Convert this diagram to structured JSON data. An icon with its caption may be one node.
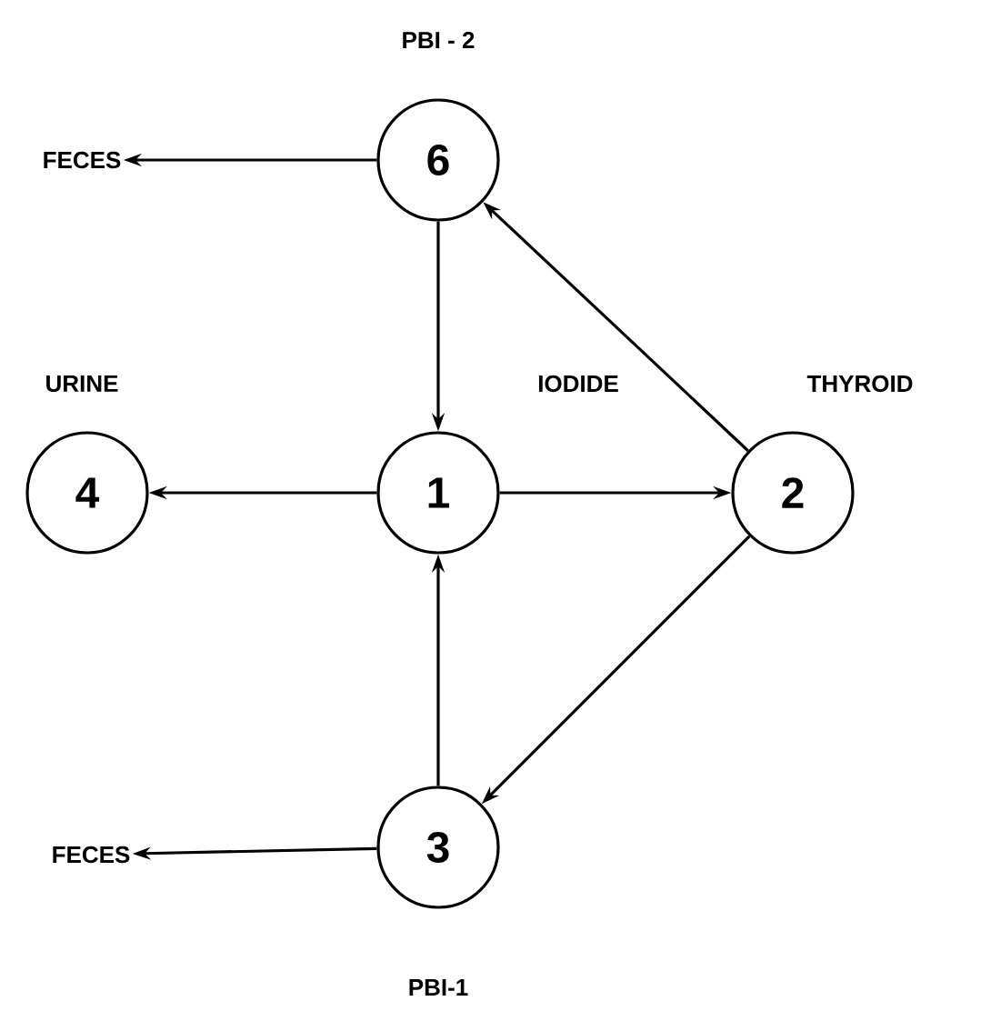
{
  "diagram": {
    "nodes": [
      {
        "text": [
          "6"
        ],
        "beside": [
          "PBI - 2"
        ]
      },
      {
        "text": [
          "1"
        ],
        "beside": [
          "IODIDE"
        ]
      },
      {
        "text": [
          "2"
        ],
        "beside": [
          "THYROID"
        ]
      },
      {
        "text": [
          "4"
        ],
        "beside": [
          "URINE"
        ]
      },
      {
        "text": [
          "3"
        ],
        "beside": [
          "PBI-1"
        ]
      },
      {
        "text": [
          "FECES"
        ]
      },
      {
        "text": [
          "FECES"
        ]
      }
    ],
    "edges": [
      {
        "from": 0,
        "to": 5,
        "arrow": "to"
      },
      {
        "from": 0,
        "to": 1,
        "arrow": "to"
      },
      {
        "from": 2,
        "to": 0,
        "arrow": "to"
      },
      {
        "from": 1,
        "to": 3,
        "arrow": "to"
      },
      {
        "from": 1,
        "to": 2,
        "arrow": "to"
      },
      {
        "from": 2,
        "to": 4,
        "arrow": "to"
      },
      {
        "from": 4,
        "to": 1,
        "arrow": "to"
      },
      {
        "from": 4,
        "to": 6,
        "arrow": "to"
      }
    ]
  }
}
